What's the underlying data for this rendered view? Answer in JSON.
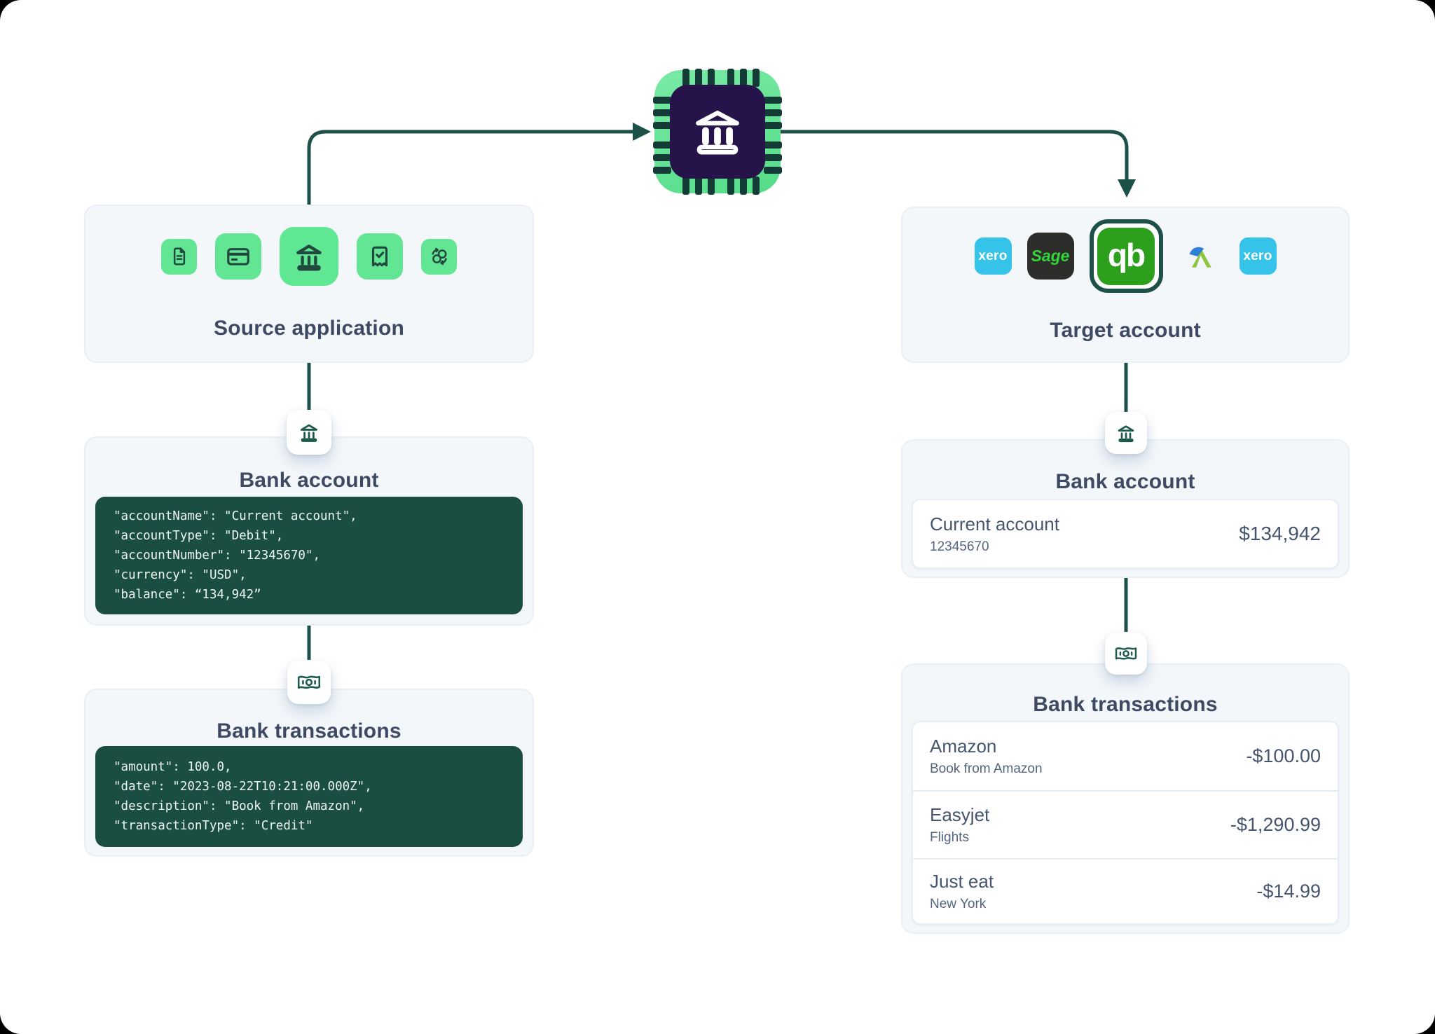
{
  "chip": {
    "icon": "bank-chip-icon"
  },
  "colors": {
    "accent_teal": "#1d5048",
    "code_background": "#1a4e43",
    "tile_green": "#63e694",
    "quickbooks_green": "#2ca01c",
    "xero_blue": "#35c3ea",
    "sage_dark": "#2d2d2b",
    "card_background": "#f3f7fa",
    "title_text": "#3e4a63"
  },
  "source_card": {
    "title": "Source application",
    "icons": [
      "document-icon",
      "credit-card-icon",
      "bank-icon",
      "receipt-check-icon",
      "sync-icon"
    ]
  },
  "target_card": {
    "title": "Target account",
    "apps": [
      {
        "name": "xero",
        "label": "xero"
      },
      {
        "name": "sage",
        "label": "Sage"
      },
      {
        "name": "quickbooks",
        "label": "qb"
      },
      {
        "name": "freeagent",
        "label": ""
      },
      {
        "name": "xero",
        "label": "xero"
      }
    ]
  },
  "left_bank_account": {
    "badge_icon": "bank-icon",
    "title": "Bank account",
    "code": [
      "\"accountName\": \"Current account\",",
      "\"accountType\": \"Debit\",",
      "\"accountNumber\": \"12345670\",",
      "\"currency\": \"USD\",",
      "\"balance\": “134,942”"
    ]
  },
  "left_bank_transactions": {
    "badge_icon": "banknote-icon",
    "title": "Bank transactions",
    "code": [
      "\"amount\": 100.0,",
      "\"date\": \"2023-08-22T10:21:00.000Z\",",
      "\"description\": \"Book from Amazon\",",
      "\"transactionType\": \"Credit\""
    ]
  },
  "right_bank_account": {
    "badge_icon": "bank-icon",
    "title": "Bank account",
    "account": {
      "name": "Current account",
      "number": "12345670",
      "balance": "$134,942"
    }
  },
  "right_bank_transactions": {
    "badge_icon": "banknote-icon",
    "title": "Bank transactions",
    "rows": [
      {
        "name": "Amazon",
        "desc": "Book from Amazon",
        "amount": "-$100.00"
      },
      {
        "name": "Easyjet",
        "desc": "Flights",
        "amount": "-$1,290.99"
      },
      {
        "name": "Just eat",
        "desc": "New York",
        "amount": "-$14.99"
      }
    ]
  }
}
